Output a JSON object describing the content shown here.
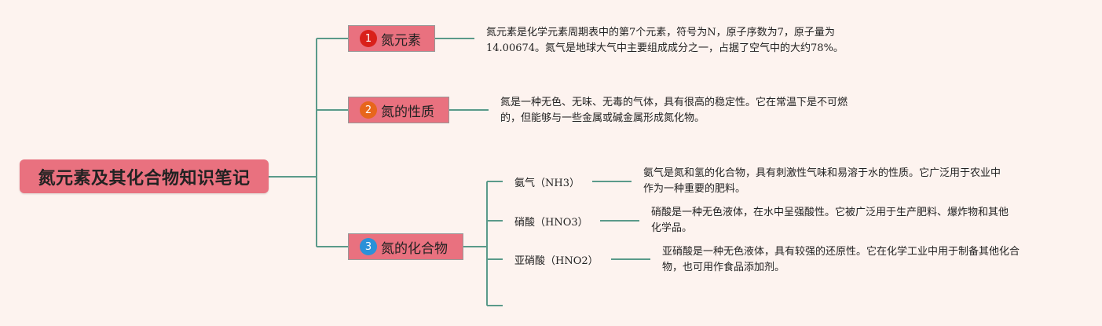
{
  "root": {
    "title": "氮元素及其化合物知识笔记"
  },
  "topics": [
    {
      "num": "1",
      "label": "氮元素",
      "badge_color": "#d9201a",
      "desc": "氮元素是化学元素周期表中的第7个元素，符号为N，原子序数为7，原子量为14.00674。氮气是地球大气中主要组成成分之一，占据了空气中的大约78%。",
      "desc_lines": [
        "氮元素是化学元素周期表中的第7个元素，符号为N，原子序数为7，原子量为",
        "14.00674。氮气是地球大气中主要组成成分之一，占据了空气中的大约78%。"
      ]
    },
    {
      "num": "2",
      "label": "氮的性质",
      "badge_color": "#e7661c",
      "desc_lines": [
        "氮是一种无色、无味、无毒的气体，具有很高的稳定性。它在常温下是不可燃",
        "的，但能够与一些金属或碱金属形成氮化物。"
      ]
    },
    {
      "num": "3",
      "label": "氮的化合物",
      "badge_color": "#2b91d8",
      "children": [
        {
          "label": "氨气（NH3）",
          "desc_lines": [
            "氨气是氮和氢的化合物，具有刺激性气味和易溶于水的性质。它广泛用于农业中",
            "作为一种重要的肥料。"
          ]
        },
        {
          "label": "硝酸（HNO3）",
          "desc_lines": [
            "硝酸是一种无色液体，在水中呈强酸性。它被广泛用于生产肥料、爆炸物和其他",
            "化学品。"
          ]
        },
        {
          "label": "亚硝酸（HNO2）",
          "desc_lines": [
            "亚硝酸是一种无色液体，具有较强的还原性。它在化学工业中用于制备其他化合",
            "物，也可用作食品添加剂。"
          ]
        }
      ]
    }
  ],
  "colors": {
    "line": "#5a9a8a",
    "topic_fill": "#e9717f",
    "background": "#fdf3ef"
  }
}
